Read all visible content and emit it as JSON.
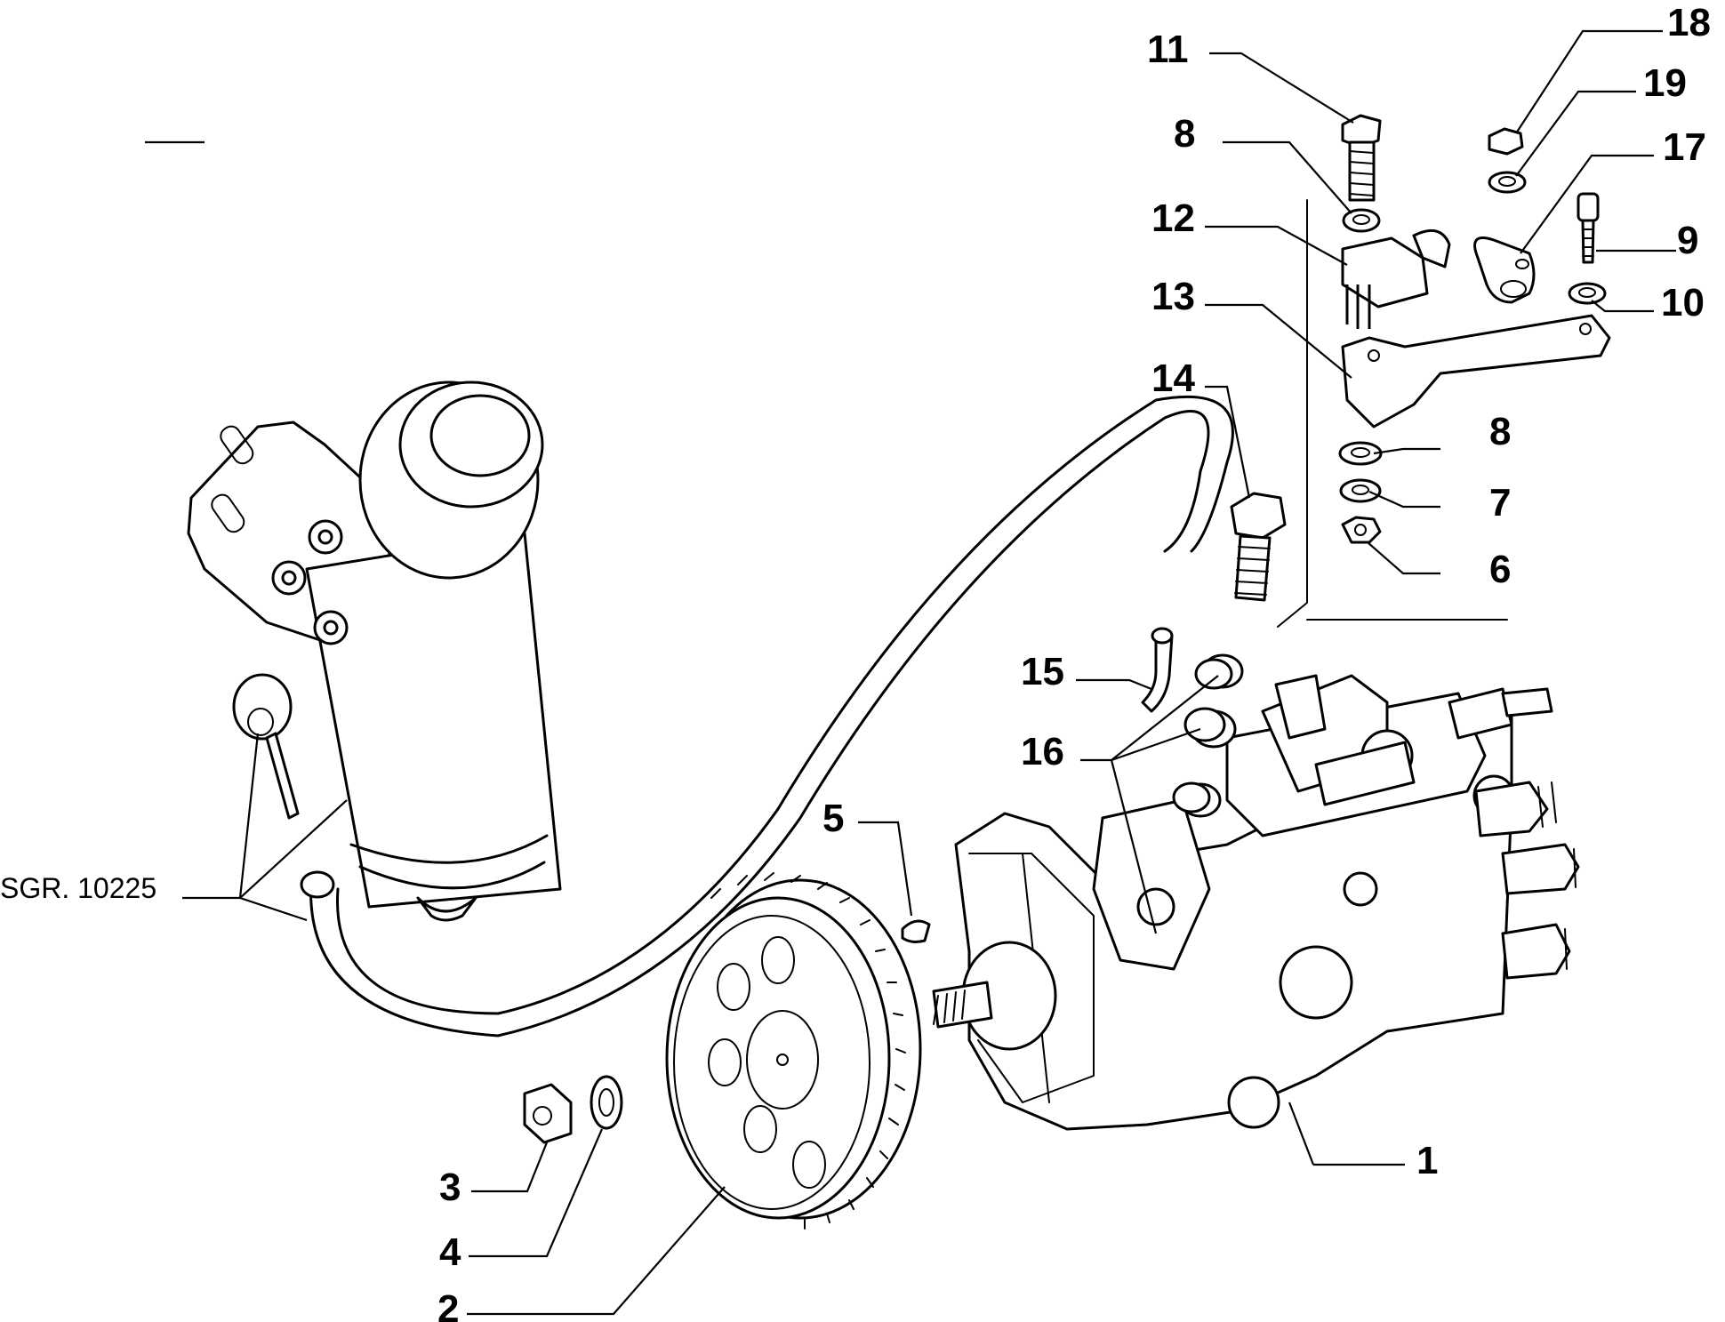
{
  "callouts": {
    "c1": "1",
    "c2": "2",
    "c3": "3",
    "c4": "4",
    "c5": "5",
    "c6": "6",
    "c7": "7",
    "c8a": "8",
    "c8b": "8",
    "c9": "9",
    "c10": "10",
    "c11": "11",
    "c12": "12",
    "c13": "13",
    "c14": "14",
    "c15": "15",
    "c16": "16",
    "c17": "17",
    "c18": "18",
    "c19": "19"
  },
  "reference": "SGR. 10225"
}
